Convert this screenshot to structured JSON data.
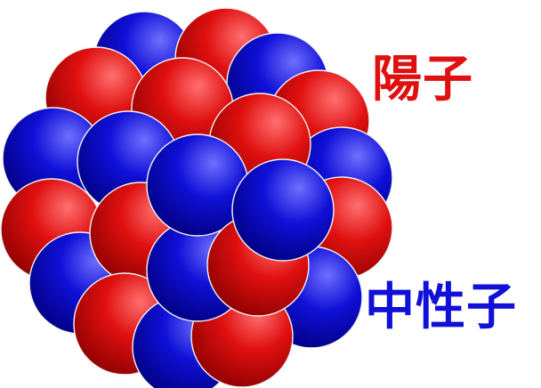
{
  "labels": {
    "proton": "陽子",
    "neutron": "中性子"
  },
  "colors": {
    "proton": "#e01010",
    "proton_dark": "#8c0000",
    "proton_light": "#ff6f6f",
    "neutron": "#1010d8",
    "neutron_dark": "#00007e",
    "neutron_light": "#6f6fff"
  },
  "particles": {
    "proton_count": 15,
    "neutron_count": 15
  }
}
